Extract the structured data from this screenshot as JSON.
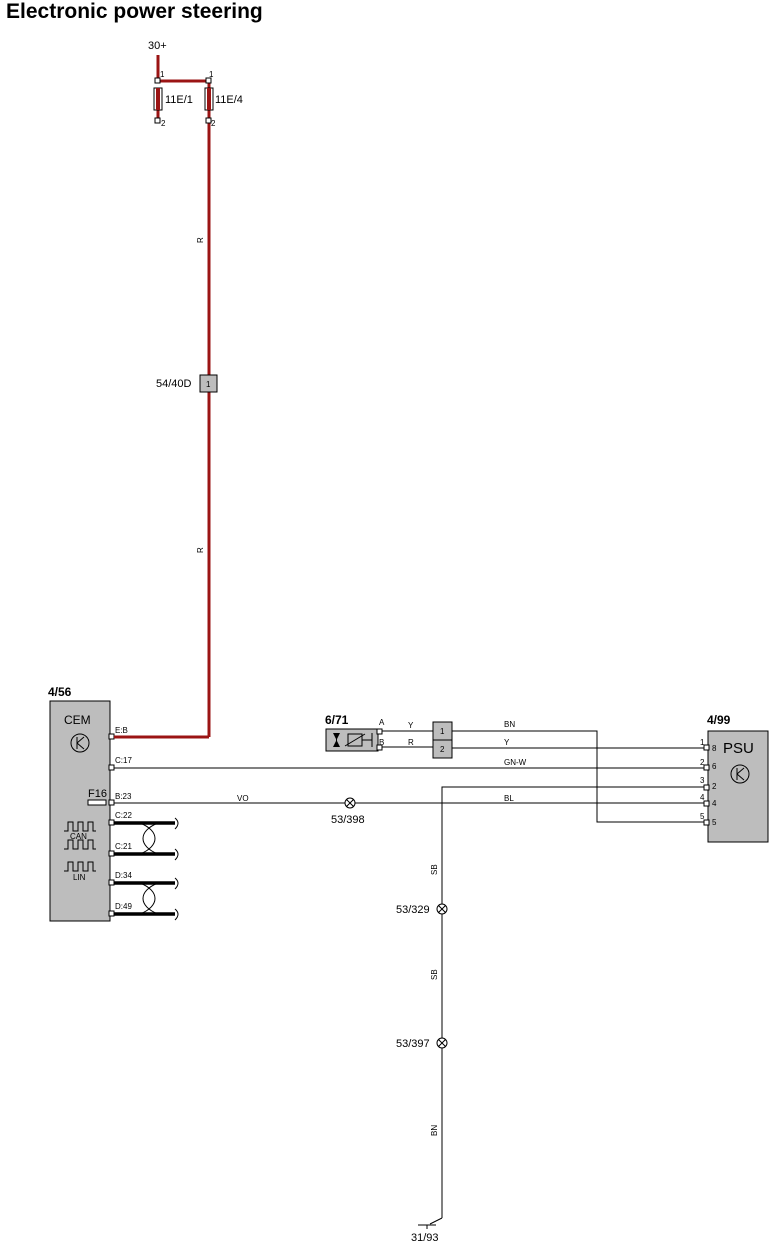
{
  "title": "Electronic power steering",
  "supply": {
    "label": "30+"
  },
  "fuses": [
    {
      "id": "11E/1",
      "pin_top": "1",
      "pin_bottom": "2"
    },
    {
      "id": "11E/4",
      "pin_top": "1",
      "pin_bottom": "2"
    }
  ],
  "connector_54_40D": {
    "id": "54/40D",
    "pin": "1"
  },
  "wire_colors": {
    "supply_upper": "R",
    "supply_lower": "R",
    "sensor_a": "Y",
    "sensor_b": "R",
    "psu_pin8": "BN",
    "psu_pin6": "Y",
    "cem_c17": "GN-W",
    "cem_b23": "VO",
    "psu_pin4": "BL",
    "ground_1": "SB",
    "ground_2": "SB",
    "ground_3": "BN"
  },
  "cem": {
    "id": "4/56",
    "name": "CEM",
    "fuse": "F16",
    "pins": [
      "E:B",
      "C:17",
      "B:23",
      "C:22",
      "C:21",
      "D:34",
      "D:49"
    ],
    "can_label": "CAN",
    "lin_label": "LIN"
  },
  "sensor": {
    "id": "6/71",
    "pins": [
      "A",
      "B"
    ]
  },
  "intermediate_connector": {
    "pins": [
      "1",
      "2"
    ]
  },
  "psu": {
    "id": "4/99",
    "name": "PSU",
    "pins": [
      "8",
      "6",
      "2",
      "4",
      "5"
    ],
    "wire_numbers": [
      "1",
      "2",
      "3",
      "4",
      "5"
    ]
  },
  "splices": [
    "53/398",
    "53/329",
    "53/397"
  ],
  "ground": {
    "id": "31/93"
  },
  "colors": {
    "power_wire": "#9b1414",
    "component_fill": "#bdbdbd"
  }
}
